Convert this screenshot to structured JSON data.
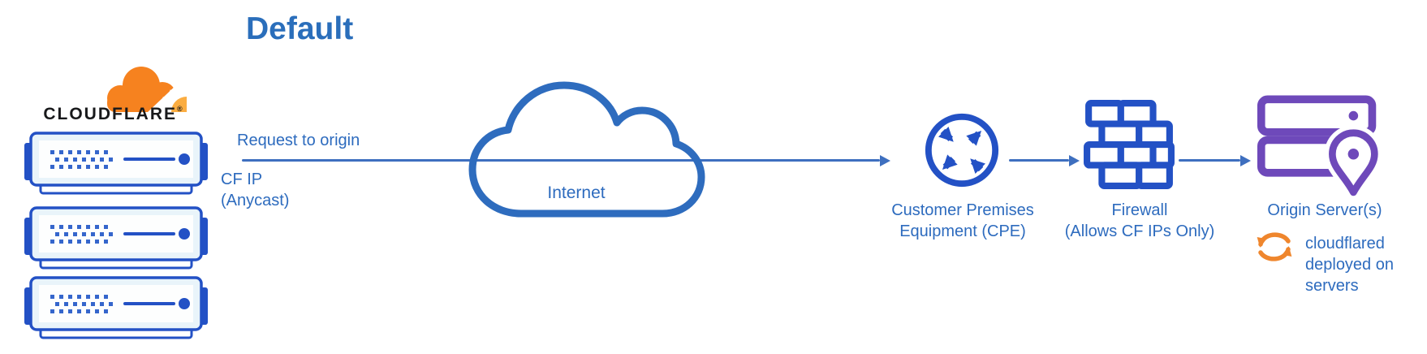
{
  "title": "Default",
  "logo": {
    "wordmark": "CLOUDFLARE",
    "mark": "®"
  },
  "labels": {
    "request_to_origin": "Request to origin",
    "cf_ip": [
      "CF IP",
      "(Anycast)"
    ],
    "internet": "Internet",
    "cpe": [
      "Customer Premises",
      "Equipment (CPE)"
    ],
    "firewall": [
      "Firewall",
      "(Allows CF IPs Only)"
    ],
    "origin": "Origin Server(s)",
    "cloudflared": [
      "cloudflared",
      "deployed on",
      "servers"
    ]
  },
  "colors": {
    "title_blue": "#2a6ebb",
    "label_blue": "#2d6bbe",
    "arrow_blue": "#3e6fbf",
    "icon_royal_blue": "#2351c5",
    "cloud_stroke_blue": "#2e6cbe",
    "server_fill_light": "#e9f4fa",
    "origin_purple": "#6e49ba",
    "sync_orange": "#ef862d",
    "logo_orange": "#f6821f",
    "logo_orange_light": "#fbad41",
    "wordmark_black": "#18191b"
  }
}
